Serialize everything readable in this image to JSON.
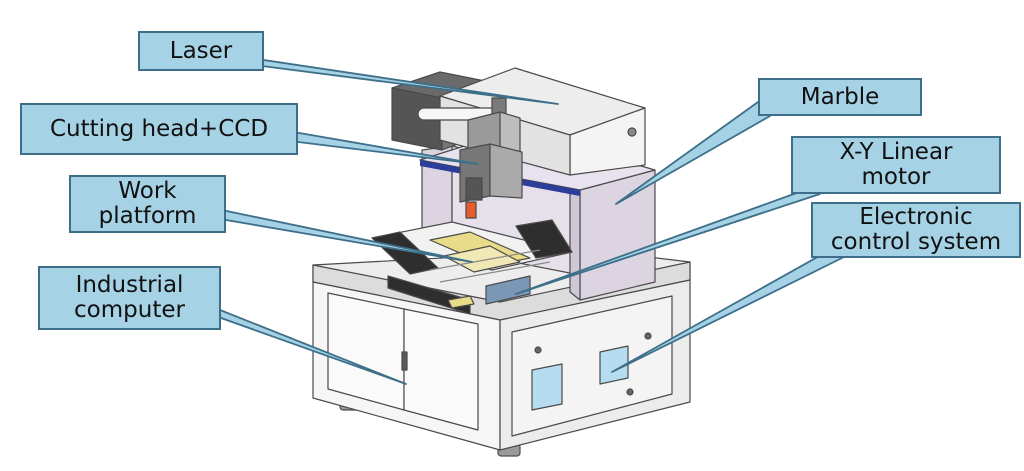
{
  "callouts": {
    "laser": "Laser",
    "cutting_head": "Cutting head+CCD",
    "work_platform": "Work\nplatform",
    "industrial_computer": "Industrial\ncomputer",
    "marble": "Marble",
    "xy_motor": "X-Y Linear\nmotor",
    "electronic_control": "Electronic\ncontrol system"
  },
  "colors": {
    "callout_fill": "#a6d2e6",
    "callout_border": "#3d6f8a",
    "pointer": "#3d6f8a",
    "machine_line": "#4a4a4a",
    "marble_fill": "#dcd4e0",
    "accent_orange": "#e85b2a",
    "accent_yellow": "#e8dc8a",
    "accent_blue": "#2d3d9a",
    "glass": "#b6dcef"
  }
}
